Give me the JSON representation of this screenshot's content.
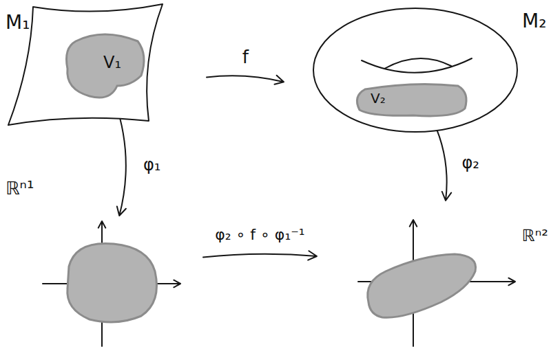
{
  "diagram": {
    "nodes": [
      {
        "text": [
          "M₁"
        ]
      },
      {
        "text": [
          "V₁"
        ],
        "in": 0
      },
      {
        "text": [
          "M₂"
        ]
      },
      {
        "text": [
          "V₂"
        ],
        "in": 2
      },
      {
        "text": [
          "ℝⁿ¹"
        ]
      },
      {
        "text": [
          "ℝⁿ²"
        ]
      }
    ],
    "edges": [
      {
        "from": 0,
        "to": 2,
        "arrow": "to",
        "label": "f"
      },
      {
        "from": 1,
        "to": 4,
        "arrow": "to",
        "label": "φ₁"
      },
      {
        "from": 3,
        "to": 5,
        "arrow": "to",
        "label": "φ₂"
      },
      {
        "from": 4,
        "to": 5,
        "arrow": "to",
        "label": "φ₂ ∘ f ∘ φ₁⁻¹"
      }
    ]
  }
}
